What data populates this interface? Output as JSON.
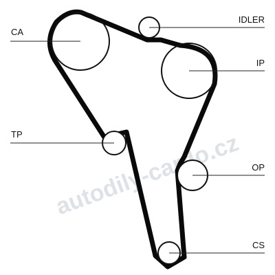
{
  "watermark": "autodily-cardo.cz",
  "labels": {
    "ca": "CA",
    "idler": "IDLER",
    "ip": "IP",
    "tp": "TP",
    "op": "OP",
    "cs": "CS"
  },
  "colors": {
    "belt": "#0a0a0a",
    "pulley_stroke": "#111111",
    "leader_line": "#222222",
    "watermark": "#9aa7b2"
  }
}
